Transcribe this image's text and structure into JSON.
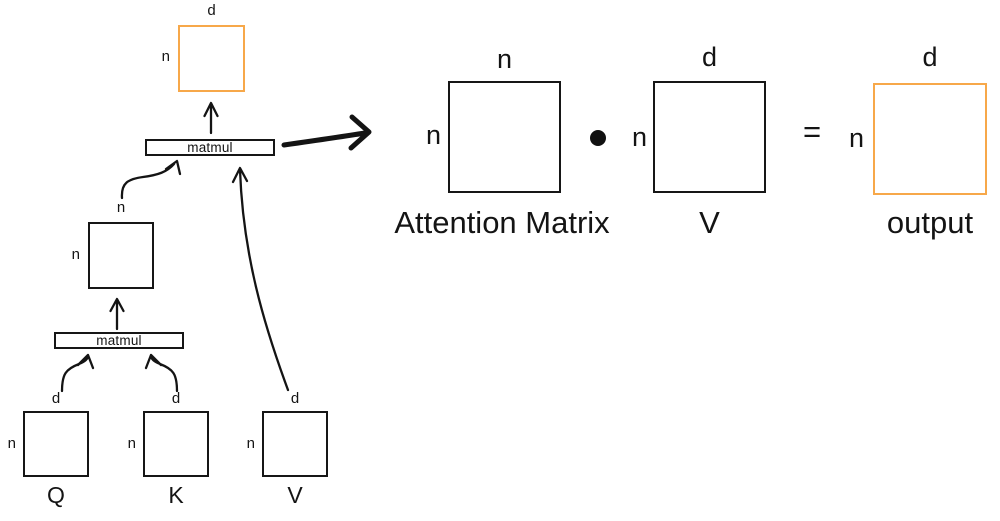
{
  "colors": {
    "accent_orange": "#F7A84A",
    "ink": "#141414"
  },
  "flow": {
    "result_matrix": {
      "top_label": "d",
      "side_label": "n"
    },
    "matmul_top": {
      "label": "matmul"
    },
    "score_matrix": {
      "top_label": "n",
      "side_label": "n"
    },
    "matmul_bottom": {
      "label": "matmul"
    },
    "inputs": [
      {
        "caption": "Q",
        "top_label": "d",
        "side_label": "n"
      },
      {
        "caption": "K",
        "top_label": "d",
        "side_label": "n"
      },
      {
        "caption": "V",
        "top_label": "d",
        "side_label": "n"
      }
    ]
  },
  "equation": {
    "attention_matrix": {
      "top_label": "n",
      "side_label": "n",
      "caption": "Attention Matrix"
    },
    "dot_operator": "•",
    "v_matrix": {
      "top_label": "d",
      "side_label": "n",
      "caption": "V"
    },
    "equals_sign": "=",
    "output_matrix": {
      "top_label": "d",
      "side_label": "n",
      "caption": "output"
    }
  }
}
